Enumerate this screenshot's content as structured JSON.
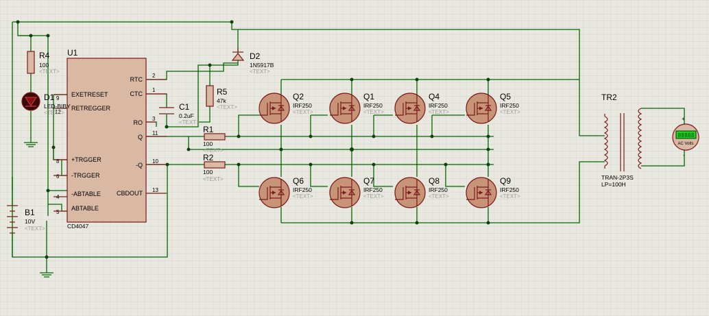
{
  "text_placeholder": "<TEXT>",
  "ic": {
    "ref": "U1",
    "part": "CD4047",
    "pins_left": [
      {
        "label": "EXETRESET",
        "num": "9"
      },
      {
        "label": "RETREGGER",
        "num": "12"
      },
      {
        "label": "+TRGGER",
        "num": "8"
      },
      {
        "label": "-TRGGER",
        "num": "6"
      },
      {
        "label": "-ABTABLE",
        "num": "4"
      },
      {
        "label": "ABTABLE",
        "num": "5"
      }
    ],
    "pins_right": [
      {
        "label": "RTC",
        "num": "2"
      },
      {
        "label": "CTC",
        "num": "1"
      },
      {
        "label": "RO",
        "num": "3"
      },
      {
        "label": "Q",
        "num": "11"
      },
      {
        "label": "-Q",
        "num": "10"
      },
      {
        "label": "CBDOUT",
        "num": "13"
      }
    ]
  },
  "components": {
    "r4": {
      "ref": "R4",
      "value": "100"
    },
    "d1": {
      "ref": "D1",
      "value": "LED-BIBY"
    },
    "b1": {
      "ref": "B1",
      "value": "10V"
    },
    "c1": {
      "ref": "C1",
      "value": "0.2uF"
    },
    "r5": {
      "ref": "R5",
      "value": "47k"
    },
    "d2": {
      "ref": "D2",
      "value": "1N5917B"
    },
    "r1": {
      "ref": "R1",
      "value": "100"
    },
    "r2": {
      "ref": "R2",
      "value": "100"
    },
    "tr2": {
      "ref": "TR2",
      "value": "TRAN-2P3S",
      "param": "LP=100H"
    },
    "meter": {
      "reading": "88888",
      "unit": "AC Volts",
      "plus": "+",
      "minus": "-"
    }
  },
  "mosfets": [
    {
      "ref": "Q2",
      "value": "IRF250"
    },
    {
      "ref": "Q1",
      "value": "IRF250"
    },
    {
      "ref": "Q4",
      "value": "IRF250"
    },
    {
      "ref": "Q5",
      "value": "IRF250"
    },
    {
      "ref": "Q6",
      "value": "IRF250"
    },
    {
      "ref": "Q7",
      "value": "IRF250"
    },
    {
      "ref": "Q8",
      "value": "IRF250"
    },
    {
      "ref": "Q9",
      "value": "IRF250"
    }
  ],
  "colors": {
    "background": "#e8e8e0",
    "grid": "#cfcfc4",
    "wire": "#006600",
    "component_outline": "#7a1a1a",
    "ic_fill": "#d9b8a4",
    "mosfet_fill": "#c89478",
    "meter_display": "#20d020"
  }
}
